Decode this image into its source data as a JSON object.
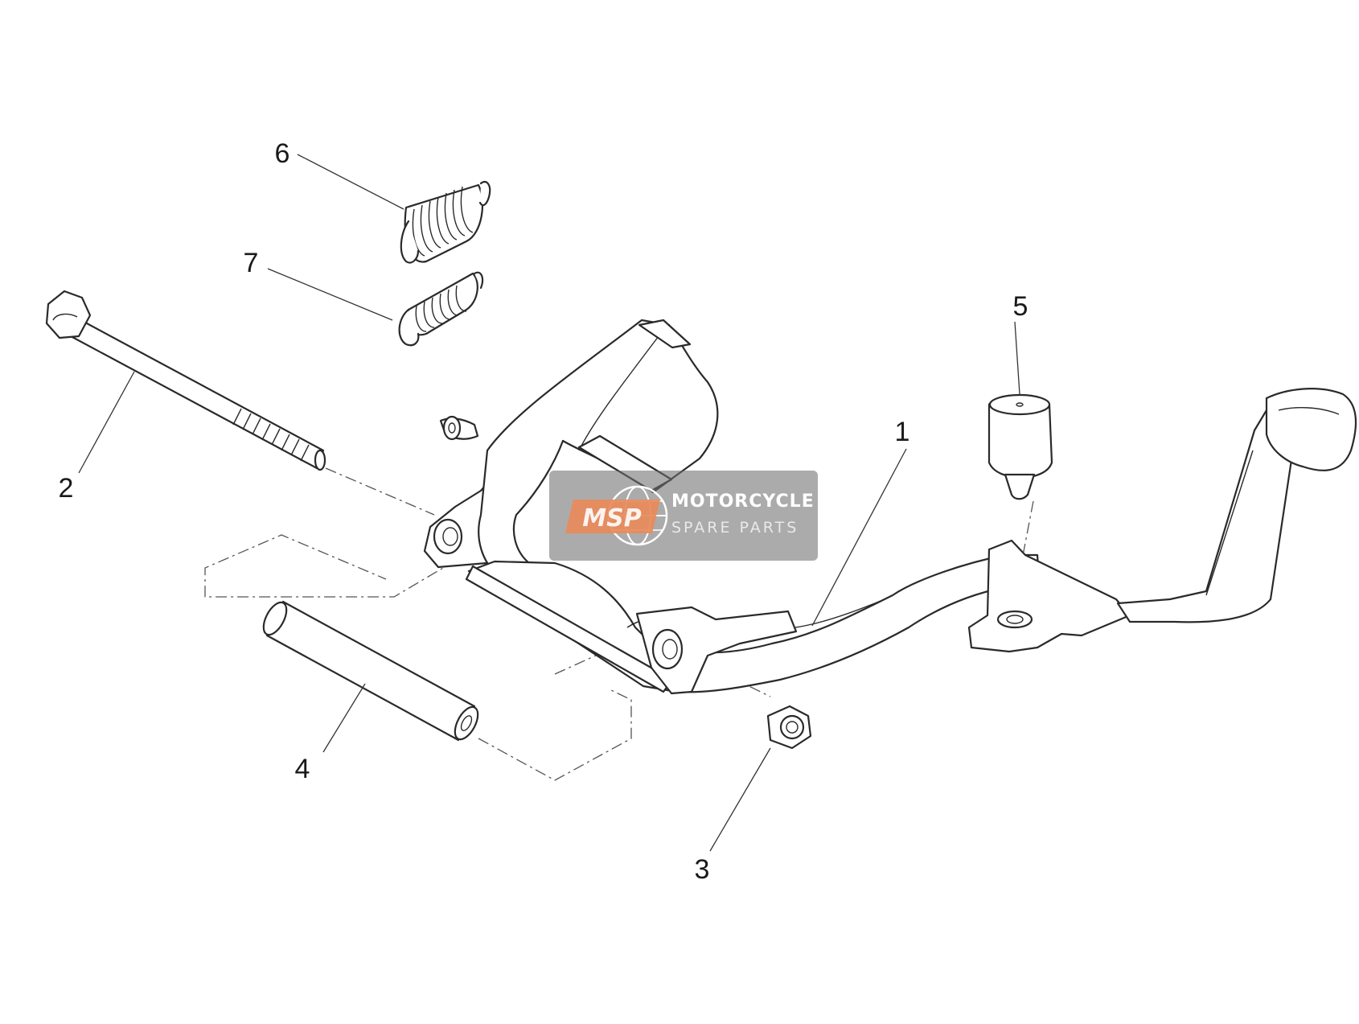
{
  "diagram": {
    "callouts": [
      "1",
      "2",
      "3",
      "4",
      "5",
      "6",
      "7"
    ]
  },
  "watermark": {
    "logo_text": "MSP",
    "line1": "MOTORCYCLE",
    "line2": "SPARE PARTS",
    "colors": {
      "badge": "#e88a5a",
      "globe": "#ffffff"
    }
  }
}
